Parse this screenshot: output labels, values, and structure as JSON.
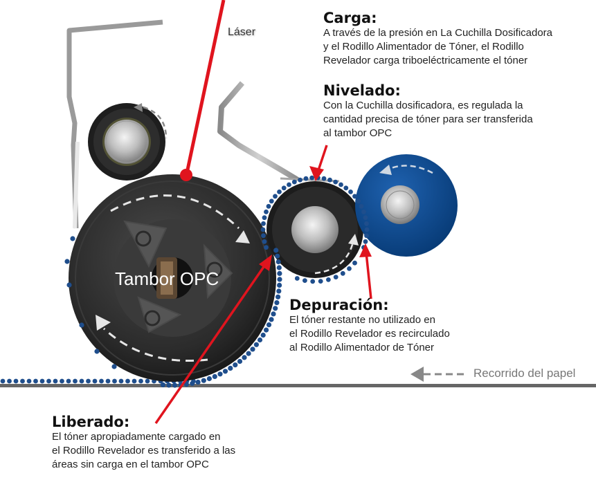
{
  "labels": {
    "laser": "Láser",
    "drum": "Tambor OPC",
    "paper_path": "Recorrido del papel"
  },
  "sections": {
    "carga": {
      "title": "Carga:",
      "lines": [
        "A través de la presión en La Cuchilla Dosificadora",
        "y el Rodillo Alimentador de Tóner, el Rodillo",
        "Revelador carga triboeléctricamente el tóner"
      ]
    },
    "nivelado": {
      "title": "Nivelado:",
      "lines": [
        "Con la Cuchilla dosificadora, es regulada la",
        "cantidad precisa de tóner para ser transferida",
        "al tambor OPC"
      ]
    },
    "depuracion": {
      "title": "Depuración:",
      "lines": [
        "El tóner restante no utilizado en",
        "el Rodillo Revelador es recirculado",
        "al Rodillo Alimentador de Tóner"
      ]
    },
    "liberado": {
      "title": "Liberado:",
      "lines": [
        "El tóner apropiadamente cargado en",
        "el Rodillo Revelador es transferido a las",
        "áreas sin carga en el tambor OPC"
      ]
    }
  },
  "colors": {
    "toner": "#1f4e8c",
    "arrow": "#e0141e",
    "drum": "#2e2e2e",
    "feed_roller": "#0d4a8f",
    "paper": "#666666"
  }
}
